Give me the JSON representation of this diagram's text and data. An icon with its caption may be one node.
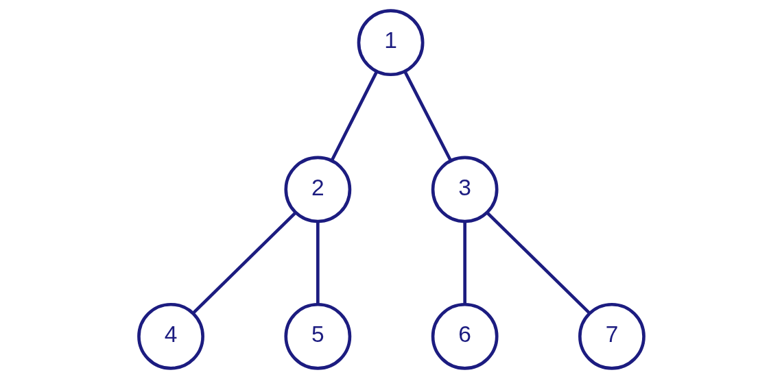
{
  "diagram": {
    "nodes": [
      {
        "text": [
          "1"
        ]
      },
      {
        "text": [
          "2"
        ]
      },
      {
        "text": [
          "3"
        ]
      },
      {
        "text": [
          "4"
        ]
      },
      {
        "text": [
          "5"
        ]
      },
      {
        "text": [
          "6"
        ]
      },
      {
        "text": [
          "7"
        ]
      }
    ],
    "edges": [
      {
        "from": 0,
        "to": 1,
        "arrow": "none"
      },
      {
        "from": 0,
        "to": 2,
        "arrow": "none"
      },
      {
        "from": 1,
        "to": 3,
        "arrow": "none"
      },
      {
        "from": 1,
        "to": 4,
        "arrow": "none"
      },
      {
        "from": 2,
        "to": 5,
        "arrow": "none"
      },
      {
        "from": 2,
        "to": 6,
        "arrow": "none"
      }
    ]
  }
}
